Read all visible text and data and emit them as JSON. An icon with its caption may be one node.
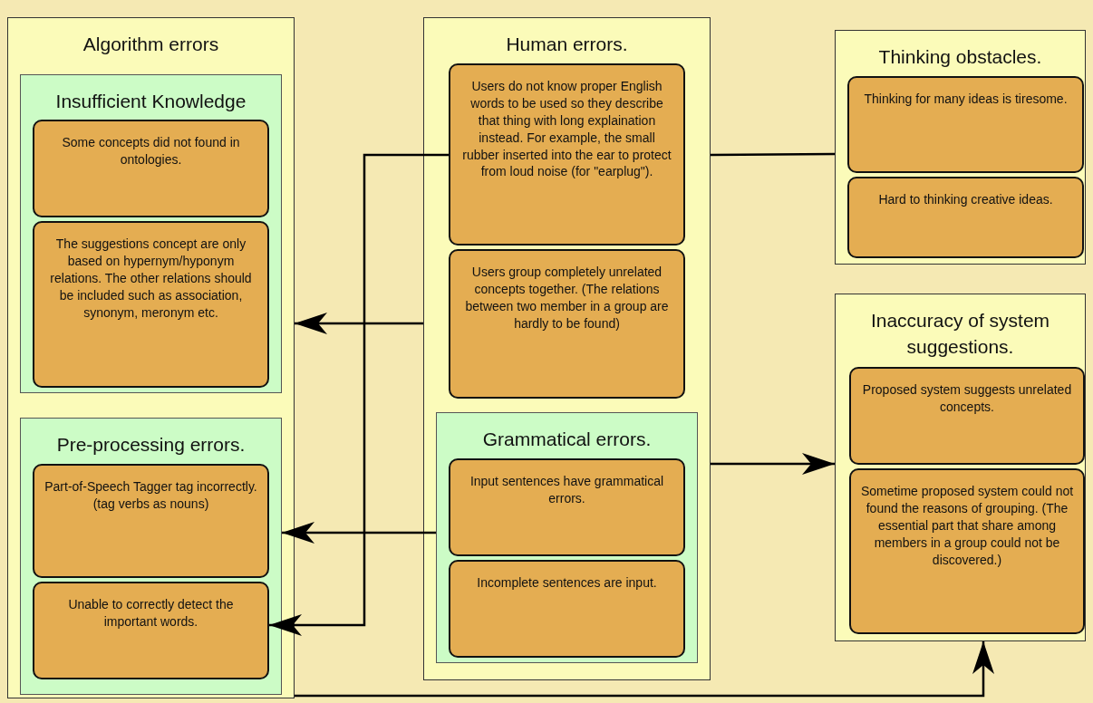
{
  "diagram": {
    "nodes": [
      {
        "text": [
          "Algorithm errors"
        ]
      },
      {
        "text": [
          "Insufficient Knowledge"
        ],
        "in": 0
      },
      {
        "text": [
          "Some concepts did not found in ontologies."
        ],
        "in": 1
      },
      {
        "text": [
          "The suggestions concept are only based on hypernym/hyponym relations. The other relations should be included such as association, synonym, meronym etc."
        ],
        "in": 1
      },
      {
        "text": [
          "Pre-processing errors."
        ],
        "in": 0
      },
      {
        "text": [
          "Part-of-Speech Tagger tag incorrectly. (tag verbs as nouns)"
        ],
        "in": 4
      },
      {
        "text": [
          "Unable to correctly detect the important words."
        ],
        "in": 4
      },
      {
        "text": [
          "Human errors."
        ]
      },
      {
        "text": [
          "Users do not know proper English words to be used so they describe that thing with long explaination instead. For example, the small rubber inserted into the ear to protect from loud noise (for \"earplug\")."
        ],
        "in": 7
      },
      {
        "text": [
          "Users group completely unrelated concepts together. (The relations between two member in a group are hardly to be found)"
        ],
        "in": 7
      },
      {
        "text": [
          "Grammatical errors."
        ],
        "in": 7
      },
      {
        "text": [
          "Input sentences have grammatical errors."
        ],
        "in": 10
      },
      {
        "text": [
          "Incomplete sentences are input."
        ],
        "in": 10
      },
      {
        "text": [
          "Thinking obstacles."
        ]
      },
      {
        "text": [
          "Thinking for many ideas is tiresome."
        ],
        "in": 13
      },
      {
        "text": [
          "Hard to thinking creative ideas."
        ],
        "in": 13
      },
      {
        "text": [
          "Inaccuracy of system suggestions."
        ]
      },
      {
        "text": [
          "Proposed system suggests unrelated concepts."
        ],
        "in": 16
      },
      {
        "text": [
          "Sometime proposed system could not found the reasons of grouping. (The essential part that share among members in a group could not be discovered.)"
        ],
        "in": 16
      }
    ],
    "edges": [
      {
        "from": 8,
        "to": 6,
        "arrow": "to"
      },
      {
        "from": 7,
        "to": 0,
        "arrow": "to"
      },
      {
        "from": 10,
        "to": 4,
        "arrow": "to"
      },
      {
        "from": 7,
        "to": 13,
        "arrow": "none"
      },
      {
        "from": 7,
        "to": 16,
        "arrow": "to"
      },
      {
        "from": 0,
        "to": 16,
        "arrow": "to"
      }
    ]
  }
}
